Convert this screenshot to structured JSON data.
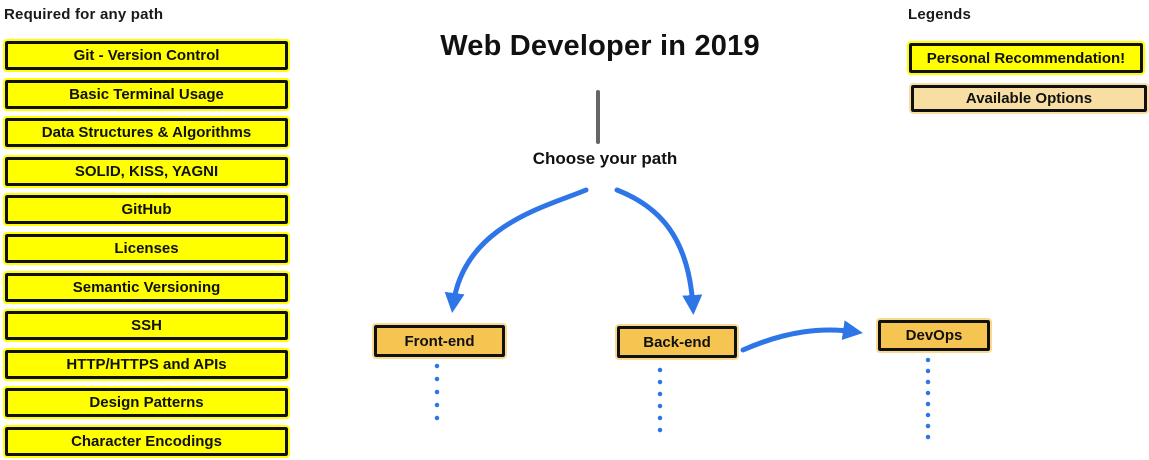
{
  "center": {
    "title": "Web Developer in 2019",
    "choose_label": "Choose your path"
  },
  "required": {
    "heading": "Required for any path",
    "items": [
      "Git - Version Control",
      "Basic Terminal Usage",
      "Data Structures & Algorithms",
      "SOLID, KISS, YAGNI",
      "GitHub",
      "Licenses",
      "Semantic Versioning",
      "SSH",
      "HTTP/HTTPS and APIs",
      "Design Patterns",
      "Character Encodings"
    ]
  },
  "paths": {
    "frontend": "Front-end",
    "backend": "Back-end",
    "devops": "DevOps"
  },
  "legends": {
    "heading": "Legends",
    "recommendation": "Personal Recommendation!",
    "options": "Available Options"
  },
  "colors": {
    "recommendation_yellow": "#FFFF00",
    "path_amber": "#F6C551",
    "options_tan": "#F8DEA2",
    "arrow_blue": "#2E75E8",
    "connector_gray": "#666666",
    "border_black": "#101010"
  }
}
